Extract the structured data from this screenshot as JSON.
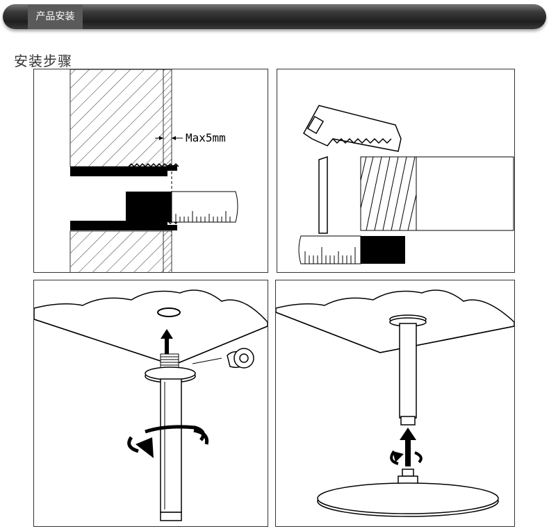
{
  "header": {
    "tab_label": "产品安装"
  },
  "section": {
    "title": "安装步骤"
  },
  "steps": [
    {
      "annotation": "Max5mm"
    },
    {},
    {},
    {}
  ]
}
